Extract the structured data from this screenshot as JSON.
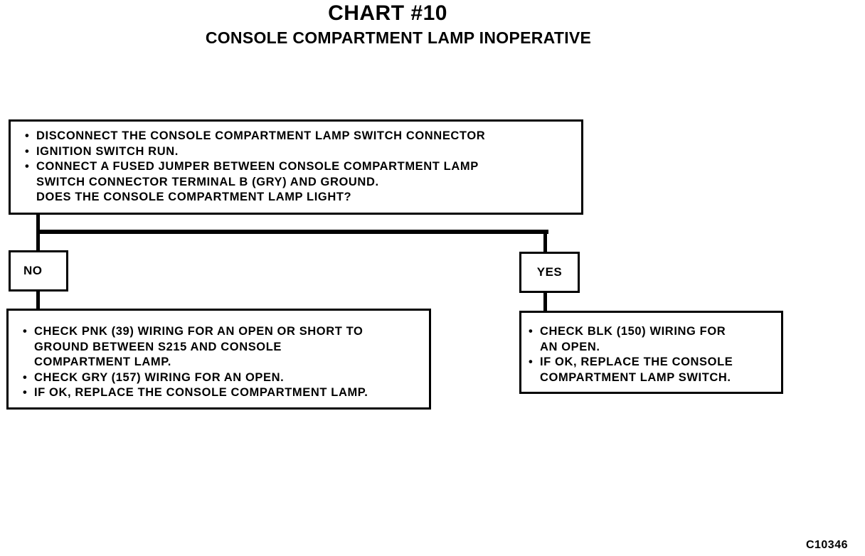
{
  "title": "CHART #10",
  "subtitle": "CONSOLE COMPARTMENT LAMP INOPERATIVE",
  "top_box": {
    "lines": [
      "DISCONNECT THE CONSOLE COMPARTMENT LAMP SWITCH CONNECTOR",
      "IGNITION SWITCH RUN.",
      "CONNECT A FUSED JUMPER BETWEEN CONSOLE COMPARTMENT LAMP",
      "SWITCH CONNECTOR TERMINAL B (GRY) AND GROUND.",
      "DOES THE CONSOLE COMPARTMENT LAMP LIGHT?"
    ]
  },
  "branch_no": {
    "label": "NO",
    "lines": [
      "CHECK PNK (39) WIRING FOR AN OPEN OR SHORT TO",
      "GROUND BETWEEN S215 AND CONSOLE",
      "COMPARTMENT LAMP.",
      "CHECK GRY (157) WIRING FOR AN OPEN.",
      "IF OK, REPLACE THE CONSOLE COMPARTMENT LAMP."
    ]
  },
  "branch_yes": {
    "label": "YES",
    "lines": [
      "CHECK BLK (150) WIRING FOR",
      "AN OPEN.",
      "IF OK, REPLACE THE CONSOLE",
      "COMPARTMENT LAMP SWITCH."
    ]
  },
  "figure_code": "C10346"
}
